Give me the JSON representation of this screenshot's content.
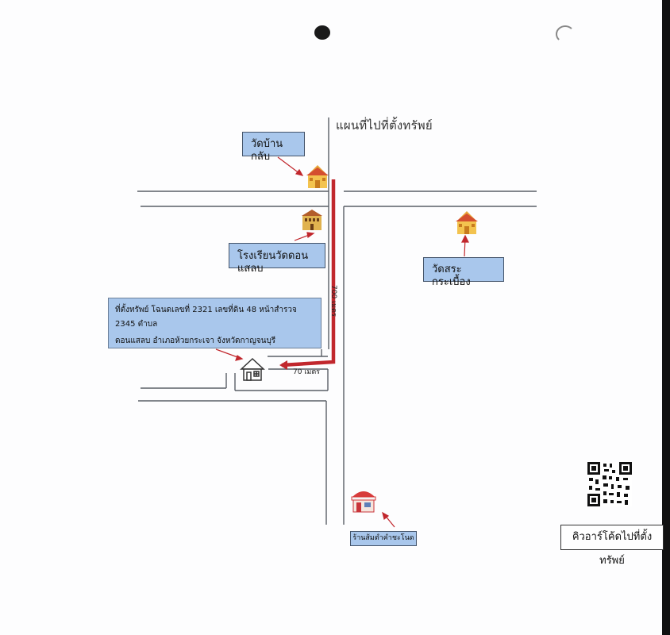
{
  "map": {
    "title": "แผนที่ไปที่ตั้งทรัพย์",
    "labels": {
      "wat_ban_klap": "วัดบ้านกลับ",
      "school": "โรงเรียนวัดดอนแสลบ",
      "wat_sra": "วัดสระกระเบื้อง",
      "property_line1": "ที่ตั้งทรัพย์ โฉนดเลขที่ 2321 เลขที่ดิน 48 หน้าสำรวจ 2345 ตำบล",
      "property_line2": "ดอนแสลบ อำเภอห้วยกระเจา จังหวัดกาญจนบุรี",
      "shop": "ร้านส้มตำคำชะโนด",
      "qr": "คิวอาร์โค้ดไปที่ตั้งทรัพย์"
    },
    "distances": {
      "vertical": "700 เมตร",
      "horizontal": "70 เมตร"
    },
    "icons": {
      "temple": "temple-icon",
      "school": "school-icon",
      "house": "house-icon",
      "shop": "shop-icon",
      "qr": "qr-code-icon",
      "arrow": "arrow-icon"
    },
    "colors": {
      "route": "#c1272d",
      "label_bg": "#a9c7ec",
      "road": "#5a5f66"
    }
  }
}
